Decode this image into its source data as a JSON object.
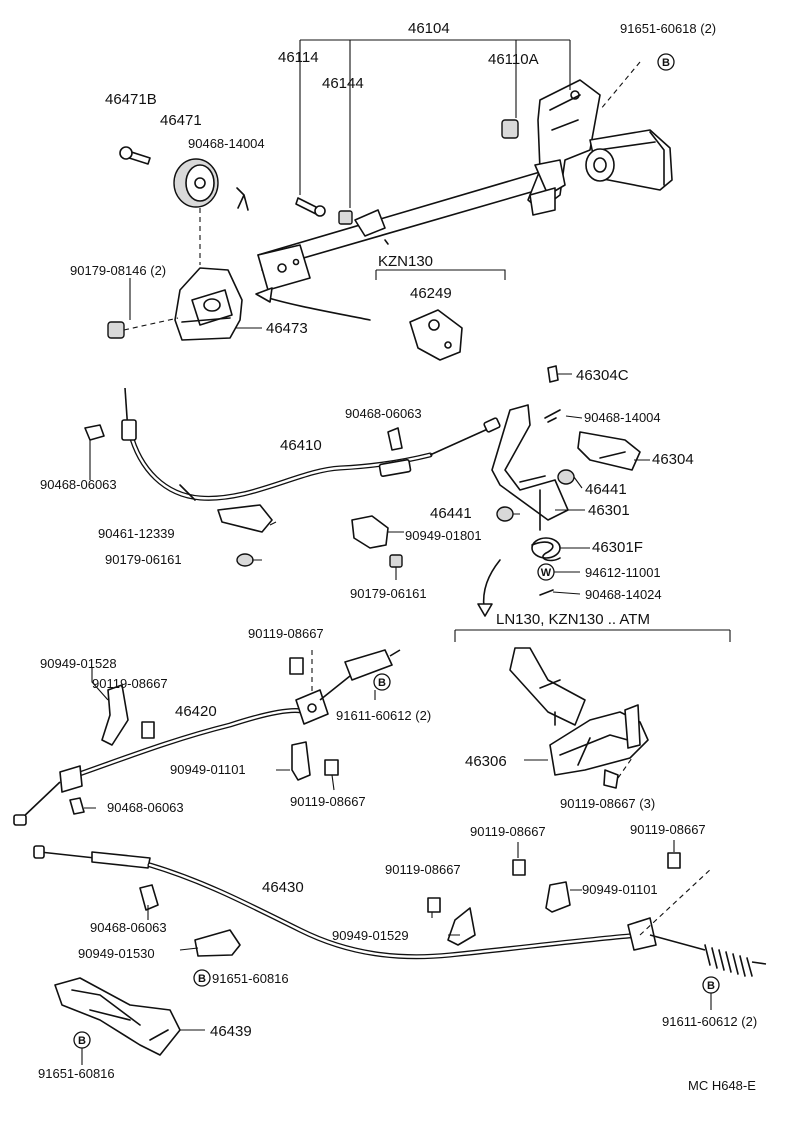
{
  "labels": {
    "p46104": "46104",
    "p46114": "46114",
    "p46144": "46144",
    "p46110A": "46110A",
    "p9165160618": "91651-60618 (2)",
    "p46471B": "46471B",
    "p46471": "46471",
    "p9046814004a": "90468-14004",
    "p9017908146": "90179-08146 (2)",
    "p46473": "46473",
    "kzn130": "KZN130",
    "p46249": "46249",
    "p46304C": "46304C",
    "p9046814004b": "90468-14004",
    "p9046806063a": "90468-06063",
    "p46410": "46410",
    "p9046806063b": "90468-06063",
    "p46304": "46304",
    "p46441a": "46441",
    "p46441b": "46441",
    "p46301": "46301",
    "p9046112339": "90461-12339",
    "p9017906161a": "90179-06161",
    "p9094901801": "90949-01801",
    "p46301F": "46301F",
    "p9461211001": "94612-11001",
    "p9017906161b": "90179-06161",
    "p9046814024": "90468-14024",
    "atm_group": "LN130, KZN130 .. ATM",
    "p9011908667a": "90119-08667",
    "p9094901528": "90949-01528",
    "p9011908667b": "90119-08667",
    "p46420": "46420",
    "p9161160612a": "91611-60612 (2)",
    "p9094901101a": "90949-01101",
    "p9011908667c": "90119-08667",
    "p9046806063c": "90468-06063",
    "p46306": "46306",
    "p9011908667d": "90119-08667 (3)",
    "p9011908667e": "90119-08667",
    "p9011908667f": "90119-08667",
    "p9011908667g": "90119-08667",
    "p9094901101b": "90949-01101",
    "p46430": "46430",
    "p9046806063d": "90468-06063",
    "p9094901529": "90949-01529",
    "p9094901530": "90949-01530",
    "p9165160816a": "91651-60816",
    "p46439": "46439",
    "p9161160612b": "91611-60612 (2)",
    "p9165160816b": "91651-60816",
    "diagram_code": "MC H648-E"
  },
  "markers": {
    "b": "B",
    "w": "W"
  }
}
